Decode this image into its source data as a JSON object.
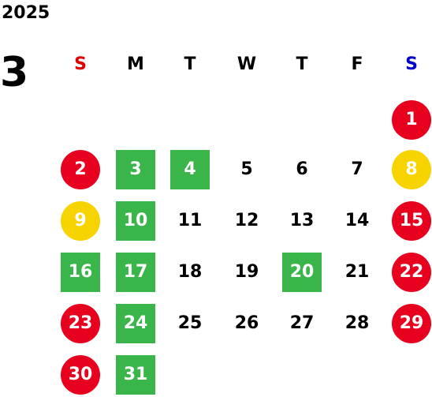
{
  "year": "2025",
  "month": "3",
  "colors": {
    "sunday": "#e00000",
    "saturday": "#0000cc",
    "red_day": "#e8001f",
    "yellow_day": "#f7d400",
    "green_day": "#3ab54a"
  },
  "weekdays": [
    {
      "label": "S",
      "type": "sun"
    },
    {
      "label": "M",
      "type": "day"
    },
    {
      "label": "T",
      "type": "day"
    },
    {
      "label": "W",
      "type": "day"
    },
    {
      "label": "T",
      "type": "day"
    },
    {
      "label": "F",
      "type": "day"
    },
    {
      "label": "S",
      "type": "sat"
    }
  ],
  "weeks": [
    [
      null,
      null,
      null,
      null,
      null,
      null,
      {
        "day": "1",
        "mark": "red"
      }
    ],
    [
      {
        "day": "2",
        "mark": "red"
      },
      {
        "day": "3",
        "mark": "green"
      },
      {
        "day": "4",
        "mark": "green"
      },
      {
        "day": "5",
        "mark": ""
      },
      {
        "day": "6",
        "mark": ""
      },
      {
        "day": "7",
        "mark": ""
      },
      {
        "day": "8",
        "mark": "yellow"
      }
    ],
    [
      {
        "day": "9",
        "mark": "yellow"
      },
      {
        "day": "10",
        "mark": "green"
      },
      {
        "day": "11",
        "mark": ""
      },
      {
        "day": "12",
        "mark": ""
      },
      {
        "day": "13",
        "mark": ""
      },
      {
        "day": "14",
        "mark": ""
      },
      {
        "day": "15",
        "mark": "red"
      }
    ],
    [
      {
        "day": "16",
        "mark": "green"
      },
      {
        "day": "17",
        "mark": "green"
      },
      {
        "day": "18",
        "mark": ""
      },
      {
        "day": "19",
        "mark": ""
      },
      {
        "day": "20",
        "mark": "green"
      },
      {
        "day": "21",
        "mark": ""
      },
      {
        "day": "22",
        "mark": "red"
      }
    ],
    [
      {
        "day": "23",
        "mark": "red"
      },
      {
        "day": "24",
        "mark": "green"
      },
      {
        "day": "25",
        "mark": ""
      },
      {
        "day": "26",
        "mark": ""
      },
      {
        "day": "27",
        "mark": ""
      },
      {
        "day": "28",
        "mark": ""
      },
      {
        "day": "29",
        "mark": "red"
      }
    ],
    [
      {
        "day": "30",
        "mark": "red"
      },
      {
        "day": "31",
        "mark": "green"
      },
      null,
      null,
      null,
      null,
      null
    ]
  ]
}
